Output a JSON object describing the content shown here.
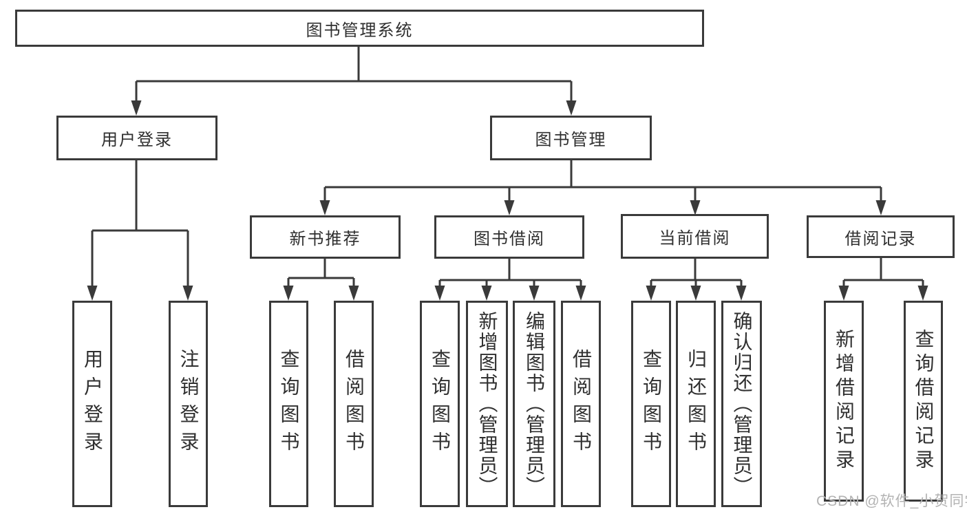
{
  "diagram_title": "图书管理系统",
  "tree": {
    "root": {
      "label": "图书管理系统",
      "children": [
        {
          "label": "用户登录",
          "children": [
            {
              "label": "用户登录"
            },
            {
              "label": "注销登录"
            }
          ]
        },
        {
          "label": "图书管理",
          "children": [
            {
              "label": "新书推荐",
              "children": [
                {
                  "label": "查询图书"
                },
                {
                  "label": "借阅图书"
                }
              ]
            },
            {
              "label": "图书借阅",
              "children": [
                {
                  "label": "查询图书"
                },
                {
                  "label": "新增图书（管理员）"
                },
                {
                  "label": "编辑图书（管理员）"
                },
                {
                  "label": "借阅图书"
                }
              ]
            },
            {
              "label": "当前借阅",
              "children": [
                {
                  "label": "查询图书"
                },
                {
                  "label": "归还图书"
                },
                {
                  "label": "确认归还（管理员）"
                }
              ]
            },
            {
              "label": "借阅记录",
              "children": [
                {
                  "label": "新增借阅记录"
                },
                {
                  "label": "查询借阅记录"
                }
              ]
            }
          ]
        }
      ]
    }
  },
  "watermark": {
    "text": "CSDN @软件_小贺同学"
  },
  "colors": {
    "background": "#ffffff",
    "line": "#3a3a3a",
    "box_border": "#3a3a3a",
    "text": "#2f2f2f",
    "watermark": "#b3b3b3"
  }
}
